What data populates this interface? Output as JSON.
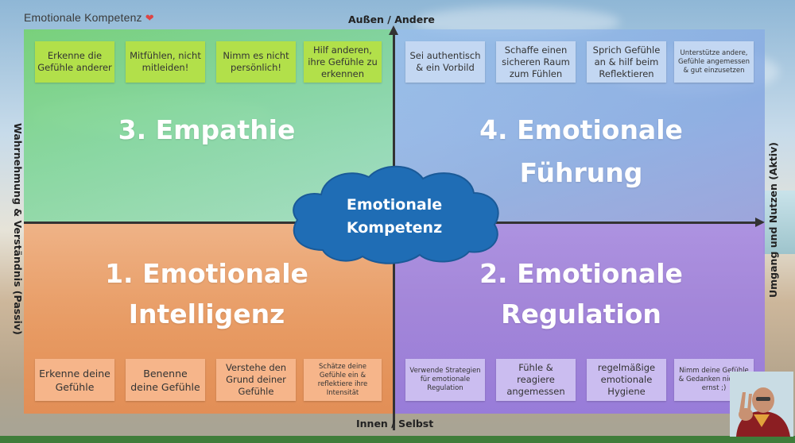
{
  "page": {
    "title": "Emotionale Kompetenz",
    "title_icon": "heart-icon"
  },
  "axes": {
    "top": "Außen / Andere",
    "bottom": "Innen / Selbst",
    "left": "Wahrnehmung & Verständnis (Passiv)",
    "right": "Umgang und Nutzen (Aktiv)"
  },
  "center": {
    "line1": "Emotionale",
    "line2": "Kompetenz"
  },
  "quadrants": {
    "top_left": {
      "title": "3. Empathie",
      "color": "#7ed38a",
      "notes": [
        "Erkenne die Gefühle anderer",
        "Mitfühlen, nicht mitleiden!",
        "Nimm es nicht persönlich!",
        "Hilf anderen, ihre Gefühle zu erkennen"
      ]
    },
    "top_right": {
      "title_line1": "4. Emotionale",
      "title_line2": "Führung",
      "color": "#8fb0e6",
      "notes": [
        "Sei authentisch & ein Vorbild",
        "Schaffe einen sicheren Raum zum Fühlen",
        "Sprich Gefühle an & hilf beim Reflektieren",
        "Unterstütze andere, Gefühle angemessen & gut einzusetzen"
      ]
    },
    "bottom_left": {
      "title_line1": "1. Emotionale",
      "title_line2": "Intelligenz",
      "color": "#ee9a5f",
      "notes": [
        "Erkenne deine Gefühle",
        "Benenne deine Gefühle",
        "Verstehe den Grund deiner Gefühle",
        "Schätze deine Gefühle ein & reflektiere ihre Intensität"
      ]
    },
    "bottom_right": {
      "title_line1": "2. Emotionale",
      "title_line2": "Regulation",
      "color": "#9a7fe0",
      "notes": [
        "Verwende Strategien für emotionale Regulation",
        "Fühle & reagiere angemessen",
        "regelmäßige emotionale Hygiene",
        "Nimm deine Gefühle & Gedanken nicht zu ernst ;)"
      ]
    }
  }
}
